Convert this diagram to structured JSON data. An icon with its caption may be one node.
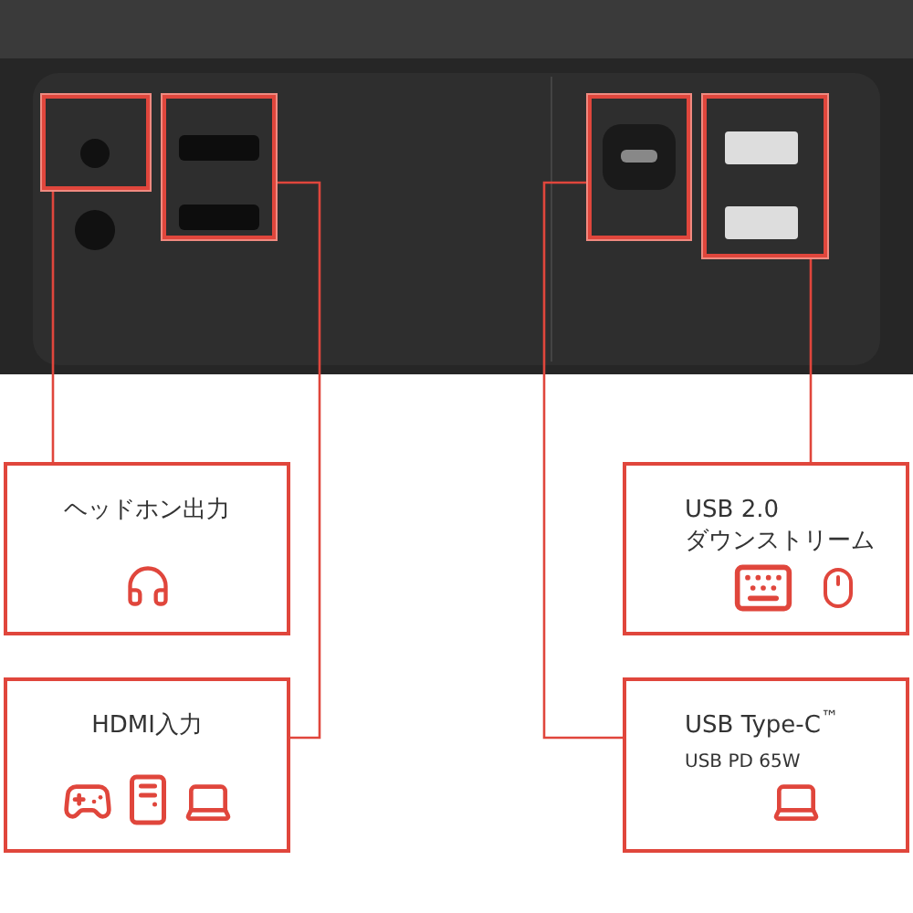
{
  "diagram": {
    "nodes": [
      {
        "text": [],
        "shape": "box"
      },
      {
        "text": [],
        "shape": "box"
      },
      {
        "text": [],
        "shape": "box"
      },
      {
        "text": [],
        "shape": "box"
      },
      {
        "text": [
          "ヘッドホン出力"
        ]
      },
      {
        "text": [
          "USB 2.0 ダウンストリーム"
        ]
      },
      {
        "text": [
          "HDMI入力"
        ]
      },
      {
        "text": [
          "USB Type-C$^{™}$",
          "USB PD 65W"
        ]
      }
    ],
    "edges": [
      {
        "from": 0,
        "to": 4,
        "arrow": "none"
      },
      {
        "from": 1,
        "to": 6,
        "arrow": "none"
      },
      {
        "from": 2,
        "to": 7,
        "arrow": "none"
      },
      {
        "from": 3,
        "to": 5,
        "arrow": "none"
      }
    ]
  }
}
